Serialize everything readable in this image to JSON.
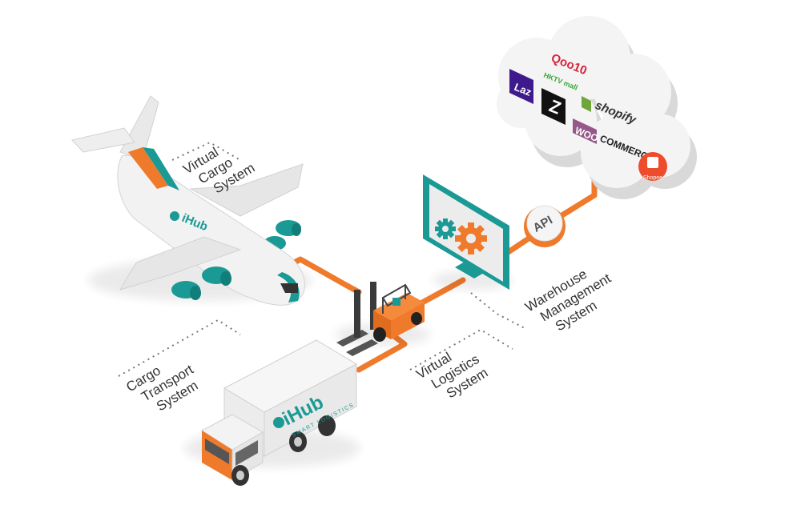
{
  "colors": {
    "orange": "#f07a2b",
    "teal": "#1b9a95",
    "dark_teal": "#127e79",
    "light_gray": "#e9e9e9",
    "label_text": "#333333"
  },
  "labels": {
    "virtual_cargo": [
      "Virtual",
      "Cargo",
      "System"
    ],
    "cargo_transport": [
      "Cargo",
      "Transport",
      "System"
    ],
    "virtual_logistics": [
      "Virtual",
      "Logistics",
      "System"
    ],
    "warehouse": [
      "Warehouse",
      "Management",
      "System"
    ]
  },
  "api_badge": "API",
  "brand": {
    "name": "iHub",
    "tagline": "SMART LOGISTICS"
  },
  "marketplaces": {
    "lazada": "Laz",
    "qoo10": "Qoo10",
    "hktvmall": "HKTV mall",
    "zalora": "Z",
    "shopify": "shopify",
    "woo": "WOO",
    "commerce": "COMMERCE",
    "shopee": "Shopee"
  },
  "icons": {
    "airplane": "airplane-icon",
    "truck": "truck-icon",
    "forklift": "forklift-icon",
    "monitor": "monitor-gears-icon",
    "cloud": "cloud-icon"
  }
}
